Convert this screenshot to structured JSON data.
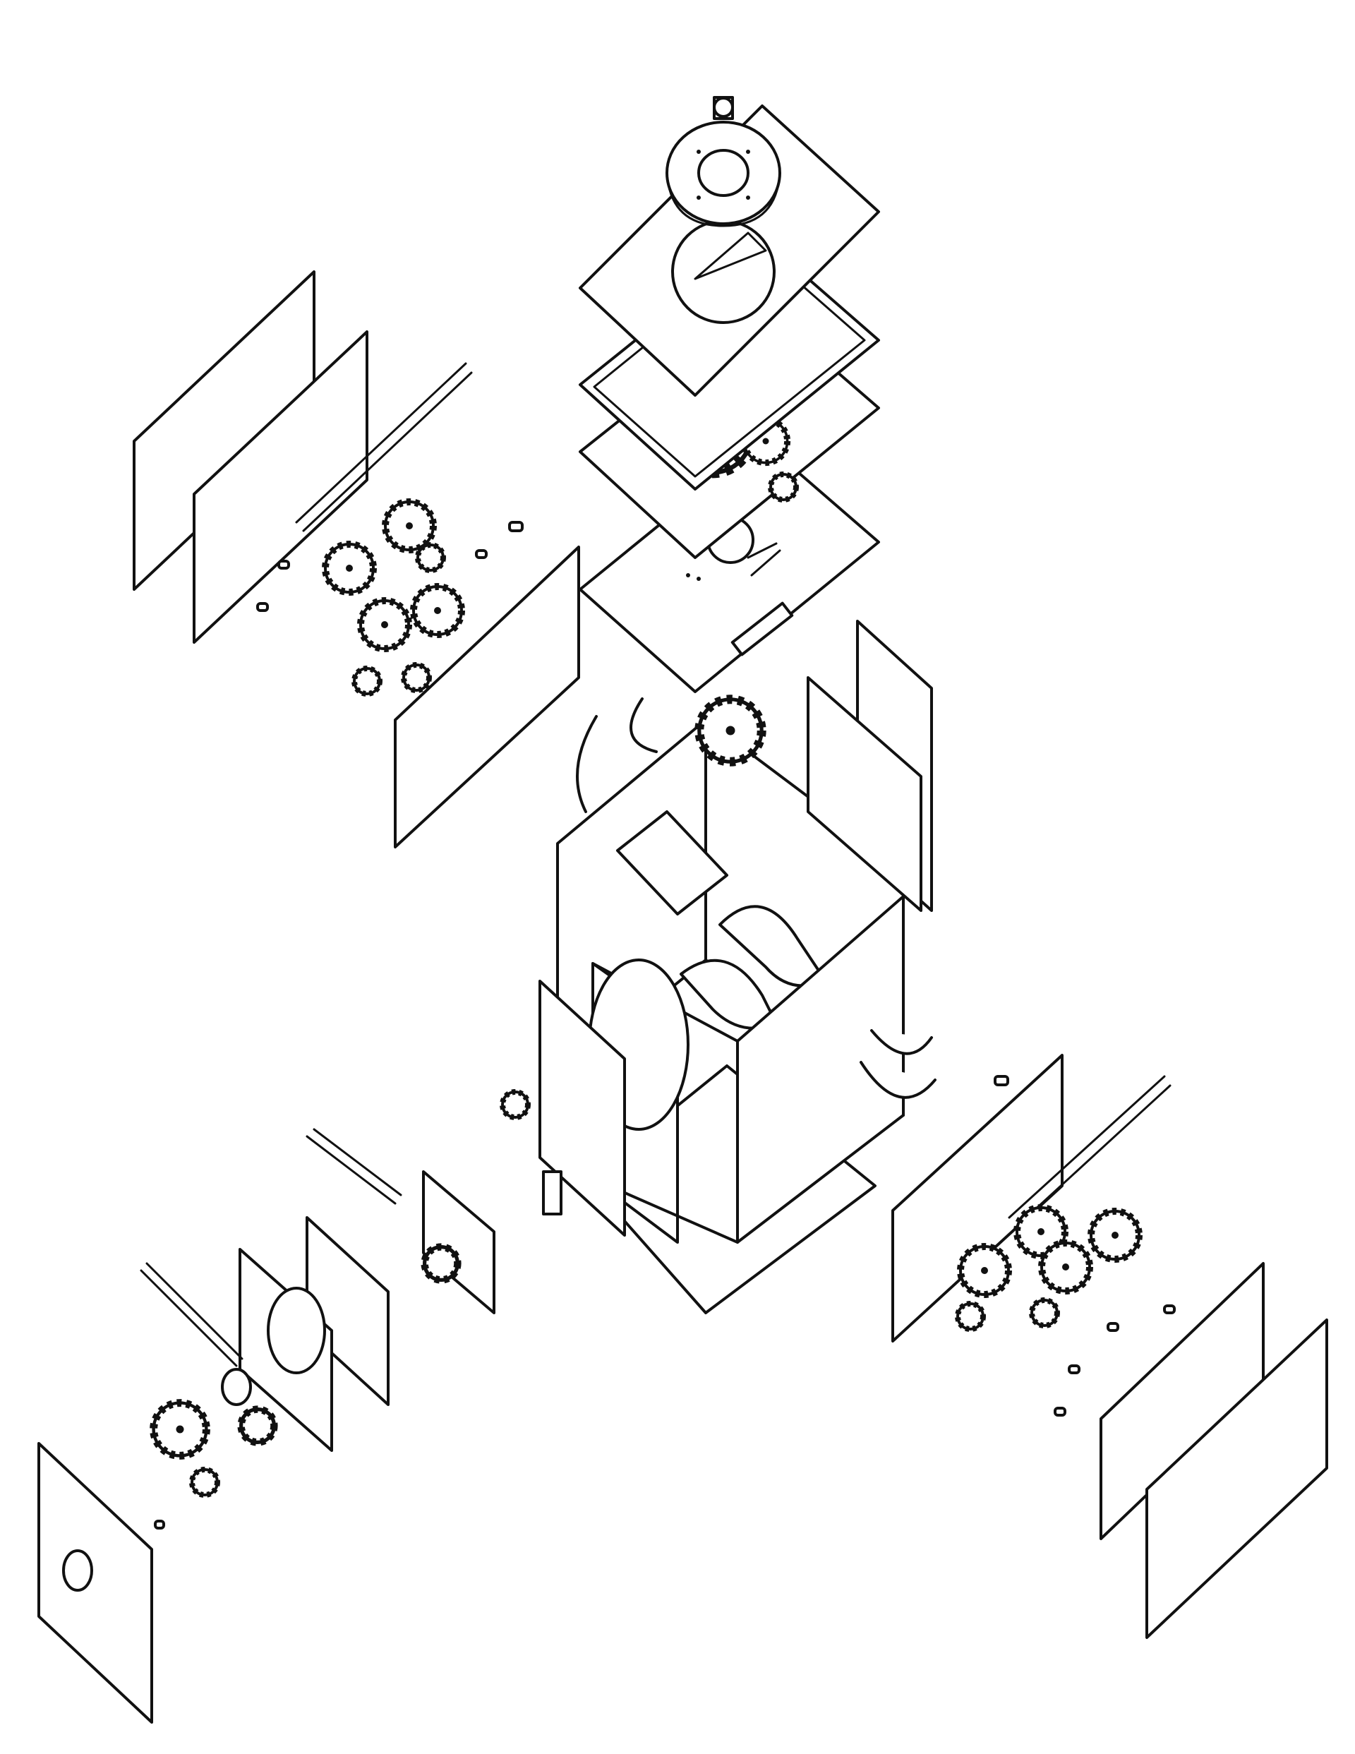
{
  "diagram": {
    "type": "exploded-isometric-assembly",
    "text_labels": [],
    "parts": [
      {
        "name": "top-cap-ring"
      },
      {
        "name": "top-plate"
      },
      {
        "name": "frame-plate"
      },
      {
        "name": "gear-plate"
      },
      {
        "name": "mechanism-plate"
      },
      {
        "name": "main-box"
      },
      {
        "name": "left-panel-group"
      },
      {
        "name": "right-panel-group"
      },
      {
        "name": "front-gear-module"
      },
      {
        "name": "front-cover-plate"
      }
    ],
    "colors": {
      "line": "#111111",
      "fill": "#ffffff",
      "background": "#ffffff"
    }
  }
}
